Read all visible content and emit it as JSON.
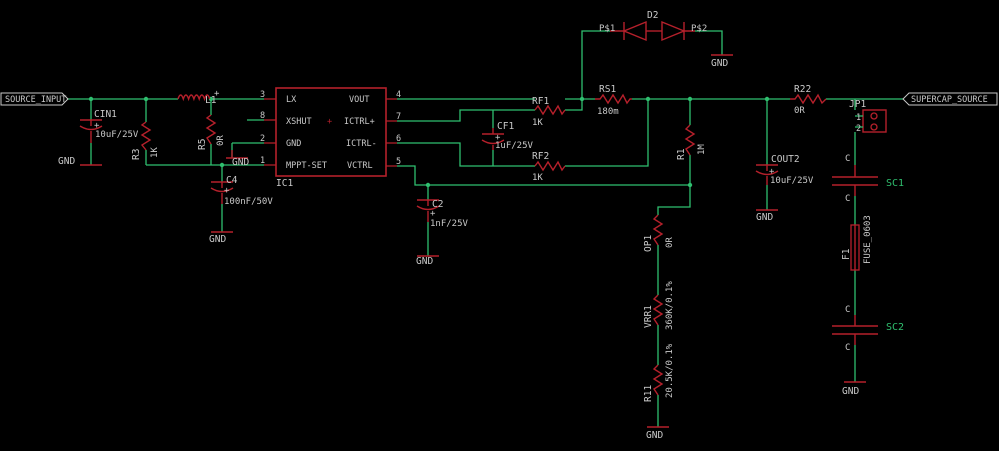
{
  "net_labels": {
    "source_input": "SOURCE_INPUT",
    "supercap_source": "SUPERCAP_SOURCE"
  },
  "ic1": {
    "name": "IC1",
    "pins_left": [
      {
        "num": "3",
        "name": "LX"
      },
      {
        "num": "8",
        "name": "XSHUT"
      },
      {
        "num": "2",
        "name": "GND"
      },
      {
        "num": "1",
        "name": "MPPT-SET"
      }
    ],
    "pins_right": [
      {
        "num": "4",
        "name": "VOUT"
      },
      {
        "num": "7",
        "name": "ICTRL+"
      },
      {
        "num": "6",
        "name": "ICTRL-"
      },
      {
        "num": "5",
        "name": "VCTRL"
      }
    ]
  },
  "components": {
    "cin1": {
      "name": "CIN1",
      "value": "10uF/25V"
    },
    "r3": {
      "name": "R3",
      "value": "1K"
    },
    "l1": {
      "name": "L1"
    },
    "r5": {
      "name": "R5",
      "value": "0R"
    },
    "c4": {
      "name": "C4",
      "value": "100nF/50V"
    },
    "c2": {
      "name": "C2",
      "value": "1nF/25V"
    },
    "rf1": {
      "name": "RF1",
      "value": "1K"
    },
    "cf1": {
      "name": "CF1",
      "value": "1uF/25V"
    },
    "rf2": {
      "name": "RF2",
      "value": "1K"
    },
    "rs1": {
      "name": "RS1",
      "value": "180m"
    },
    "d2": {
      "name": "D2",
      "pin_a": "P$1",
      "pin_b": "P$2"
    },
    "r1": {
      "name": "R1",
      "value": "1M"
    },
    "op1": {
      "name": "OP1",
      "value": "0R"
    },
    "vrr1": {
      "name": "VRR1",
      "value": "360K/0.1%"
    },
    "r11": {
      "name": "R11",
      "value": "20.5K/0.1%"
    },
    "cout2": {
      "name": "COUT2",
      "value": "10uF/25V"
    },
    "r22": {
      "name": "R22",
      "value": "0R"
    },
    "jp1": {
      "name": "JP1",
      "pin1": "1",
      "pin2": "2"
    },
    "sc1": {
      "name": "SC1"
    },
    "f1": {
      "name": "F1",
      "value": "FUSE_0603"
    },
    "sc2": {
      "name": "SC2"
    }
  },
  "gnd_label": "GND",
  "plus_mark": "+",
  "cap_mark": "C",
  "colors": {
    "background": "#000000",
    "wire": "#2fbf6f",
    "component": "#b5202b",
    "text": "#c9c9c9"
  }
}
